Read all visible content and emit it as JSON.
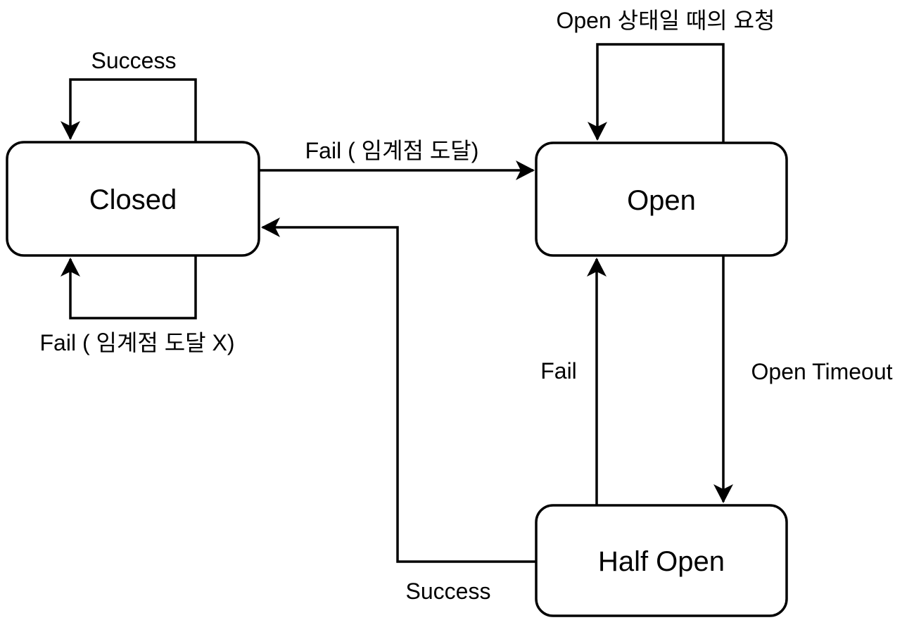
{
  "diagram": {
    "background_color": "#ffffff",
    "stroke_color": "#000000",
    "node_fill_color": "#ffffff",
    "text_color": "#000000",
    "nodes": [
      {
        "id": "closed",
        "label": "Closed"
      },
      {
        "id": "open",
        "label": "Open"
      },
      {
        "id": "half-open",
        "label": "Half Open"
      }
    ],
    "edges": [
      {
        "from": "closed",
        "to": "closed",
        "label": "Success",
        "position": "top-self-loop"
      },
      {
        "from": "closed",
        "to": "closed",
        "label": "Fail ( 임계점 도달 X)",
        "position": "bottom-self-loop"
      },
      {
        "from": "closed",
        "to": "open",
        "label": "Fail ( 임계점 도달)",
        "position": "horizontal"
      },
      {
        "from": "open",
        "to": "open",
        "label": "Open 상태일 때의 요청",
        "position": "top-self-loop"
      },
      {
        "from": "half-open",
        "to": "open",
        "label": "Fail",
        "position": "vertical-up"
      },
      {
        "from": "open",
        "to": "half-open",
        "label": "Open Timeout",
        "position": "vertical-down"
      },
      {
        "from": "half-open",
        "to": "closed",
        "label": "Success",
        "position": "orthogonal"
      }
    ]
  }
}
